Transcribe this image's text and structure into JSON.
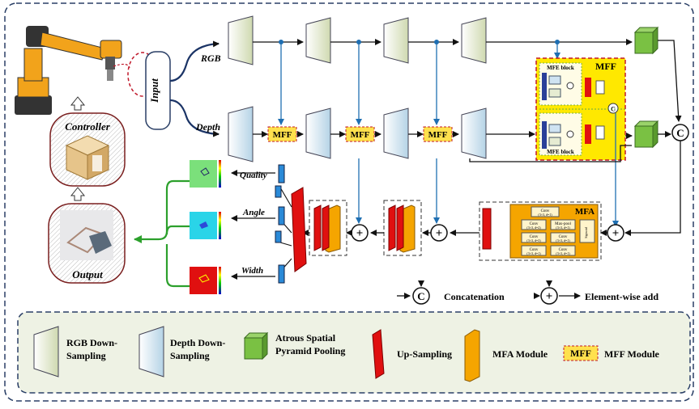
{
  "labels": {
    "input": "Input",
    "rgb": "RGB",
    "depth": "Depth",
    "controller": "Controller",
    "output": "Output",
    "quality": "Quality",
    "angle": "Angle",
    "width": "Width",
    "mff": "MFF",
    "mfa": "MFA",
    "mfe_block": "MFE block",
    "c_symbol": "C",
    "concatenation": "Concatenation",
    "elementwise_add": "Element-wise add"
  },
  "mfa_inner": {
    "conv_top": "Conv",
    "conv_top_sub": "(3×3, d=1)",
    "conv_a": "Conv",
    "conv_a_sub": "(3×3, d=2)",
    "maxpool": "Max-pool",
    "maxpool_sub": "(3×3, d=1)",
    "conv_b": "Conv",
    "conv_b_sub": "(3×3, d=3)",
    "conv_c": "Conv",
    "conv_c_sub": "(3×3, d=1)",
    "conv_d": "Conv",
    "conv_d_sub": "(3×3, d=1)",
    "conv_e": "Conv",
    "conv_e_sub": "(3×3, d=1)",
    "side": "Sigmoid"
  },
  "legend": {
    "rgb_down": "RGB Down-\nSampling",
    "depth_down": "Depth Down-\nSampling",
    "aspp": "Atrous Spatial\nPyramid Pooling",
    "up": "Up-Sampling",
    "mfa_module": "MFA Module",
    "mff_tag": "MFF",
    "mff_module": "MFF Module"
  },
  "colors": {
    "rgb_block": "#e6ecd2",
    "depth_block": "#d4e6f0",
    "aspp": "#7ac143",
    "up": "#e01010",
    "mfa": "#f5a500",
    "mff_fill": "#ffe14d",
    "arrow_blue": "#1f6fb2",
    "arrow_dark": "#111111",
    "green_line": "#2ca02c",
    "legend_bg": "#eef2e4"
  }
}
